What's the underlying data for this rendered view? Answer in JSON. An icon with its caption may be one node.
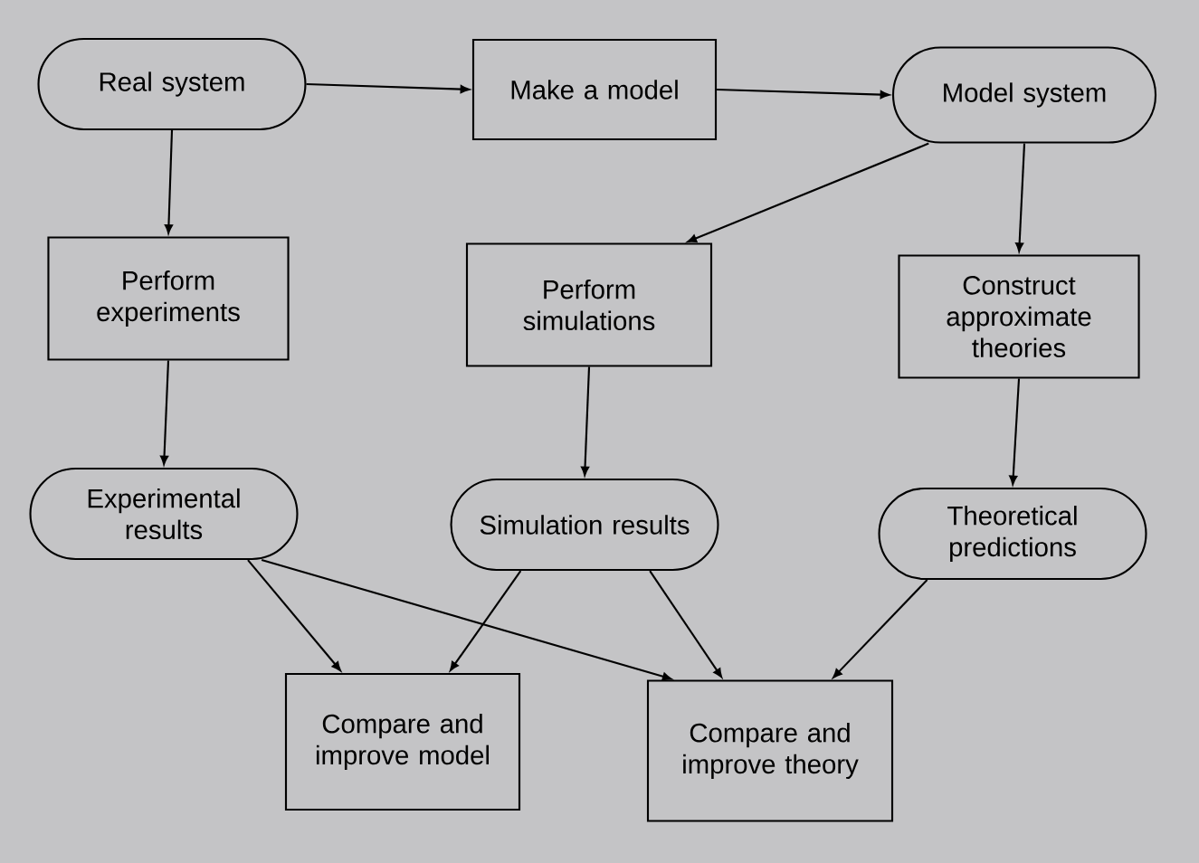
{
  "diagram": {
    "nodes": [
      {
        "text": [
          "Real system"
        ]
      },
      {
        "text": [
          "Make a model"
        ]
      },
      {
        "text": [
          "Model system"
        ]
      },
      {
        "text": [
          "Perform experiments"
        ]
      },
      {
        "text": [
          "Perform simulations"
        ]
      },
      {
        "text": [
          "Construct approximate theories"
        ]
      },
      {
        "text": [
          "Experimental results"
        ]
      },
      {
        "text": [
          "Simulation results"
        ]
      },
      {
        "text": [
          "Theoretical predictions"
        ]
      },
      {
        "text": [
          "Compare and improve model"
        ]
      },
      {
        "text": [
          "Compare and improve theory"
        ]
      }
    ],
    "edges": [
      {
        "from": 0,
        "to": 1,
        "arrow": "to"
      },
      {
        "from": 1,
        "to": 2,
        "arrow": "to"
      },
      {
        "from": 0,
        "to": 3,
        "arrow": "to"
      },
      {
        "from": 2,
        "to": 4,
        "arrow": "to"
      },
      {
        "from": 2,
        "to": 5,
        "arrow": "to"
      },
      {
        "from": 3,
        "to": 6,
        "arrow": "to"
      },
      {
        "from": 4,
        "to": 7,
        "arrow": "to"
      },
      {
        "from": 5,
        "to": 8,
        "arrow": "to"
      },
      {
        "from": 6,
        "to": 9,
        "arrow": "to"
      },
      {
        "from": 6,
        "to": 10,
        "arrow": "to"
      },
      {
        "from": 7,
        "to": 9,
        "arrow": "to"
      },
      {
        "from": 7,
        "to": 10,
        "arrow": "to"
      },
      {
        "from": 8,
        "to": 10,
        "arrow": "to"
      }
    ]
  }
}
